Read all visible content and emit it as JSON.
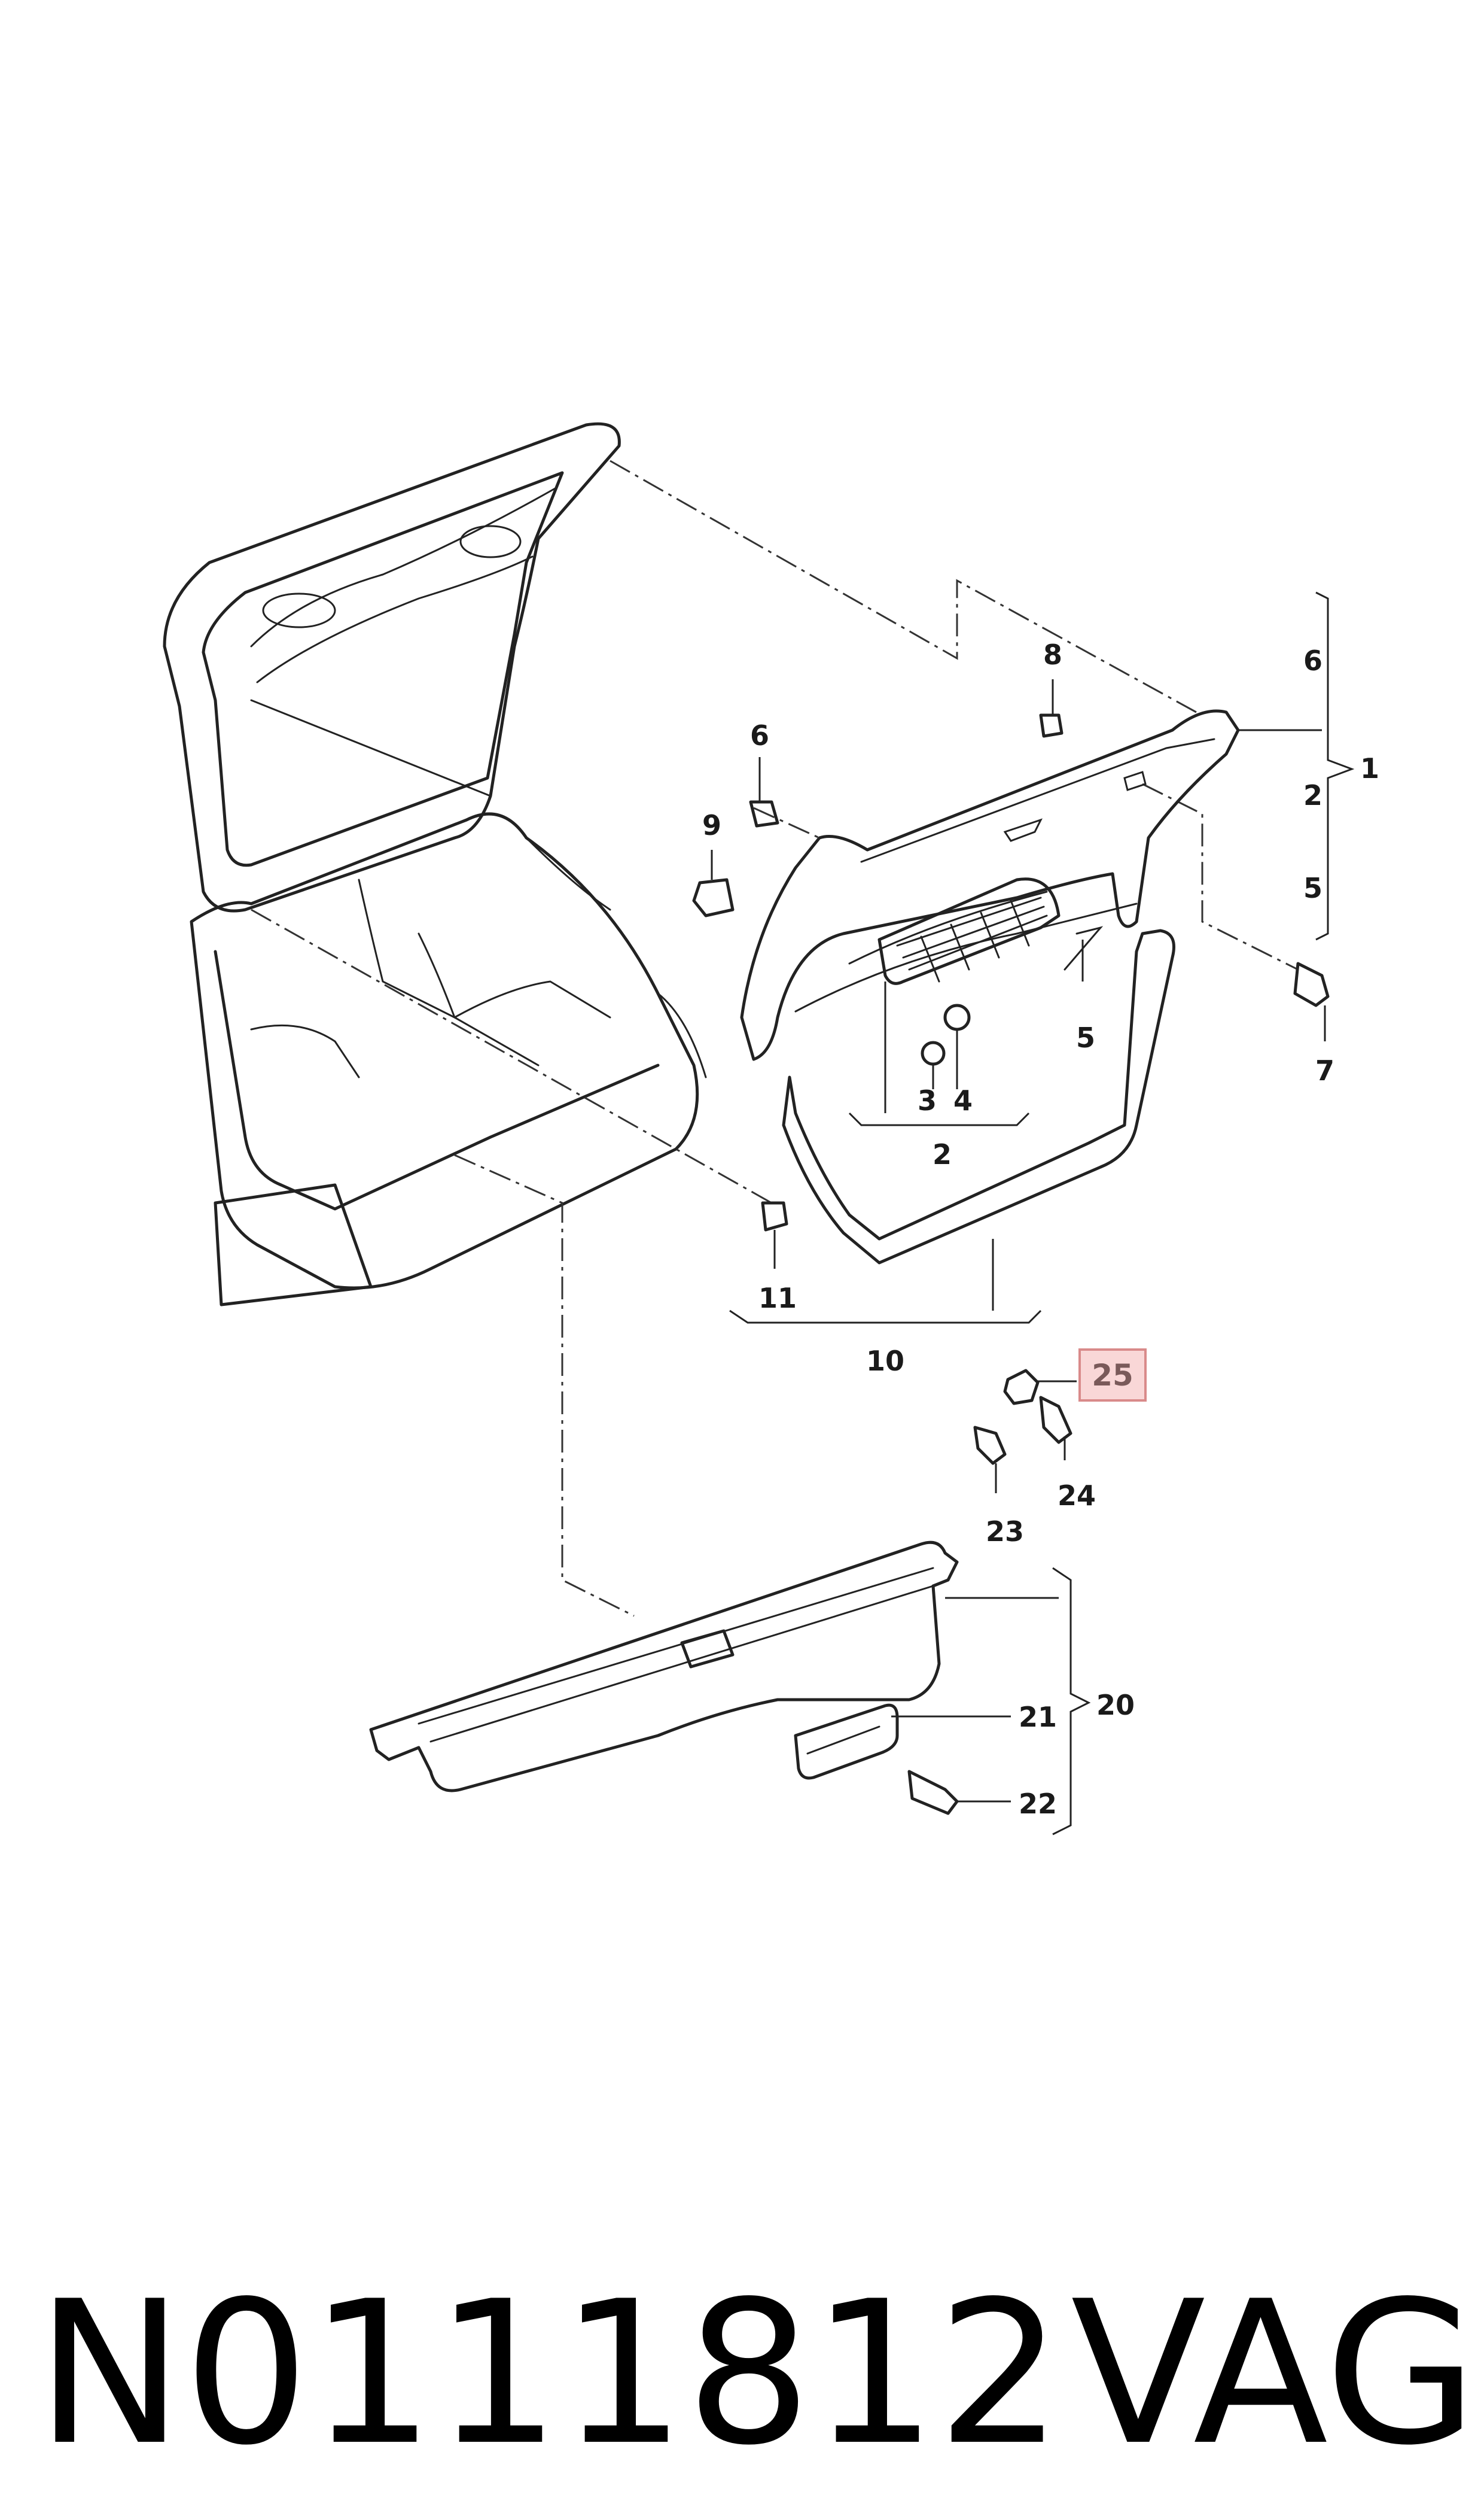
{
  "diagram": {
    "callouts": [
      {
        "id": "c6a",
        "text": "6"
      },
      {
        "id": "c2a",
        "text": "2"
      },
      {
        "id": "c5a",
        "text": "5"
      },
      {
        "id": "c1",
        "text": "1"
      },
      {
        "id": "c8",
        "text": "8"
      },
      {
        "id": "c6b",
        "text": "6"
      },
      {
        "id": "c9",
        "text": "9"
      },
      {
        "id": "c7",
        "text": "7"
      },
      {
        "id": "c5b",
        "text": "5"
      },
      {
        "id": "c3",
        "text": "3"
      },
      {
        "id": "c4",
        "text": "4"
      },
      {
        "id": "c2b",
        "text": "2"
      },
      {
        "id": "c11",
        "text": "11"
      },
      {
        "id": "c10",
        "text": "10"
      },
      {
        "id": "c25",
        "text": "25"
      },
      {
        "id": "c24",
        "text": "24"
      },
      {
        "id": "c23",
        "text": "23"
      },
      {
        "id": "c20",
        "text": "20"
      },
      {
        "id": "c21",
        "text": "21"
      },
      {
        "id": "c22",
        "text": "22"
      }
    ],
    "highlighted_callout": "25",
    "highlight_color": "#f9d7d7",
    "highlight_border": "#d98a8a"
  },
  "footer": {
    "part_number": "N0111812",
    "brand": "VAG"
  }
}
